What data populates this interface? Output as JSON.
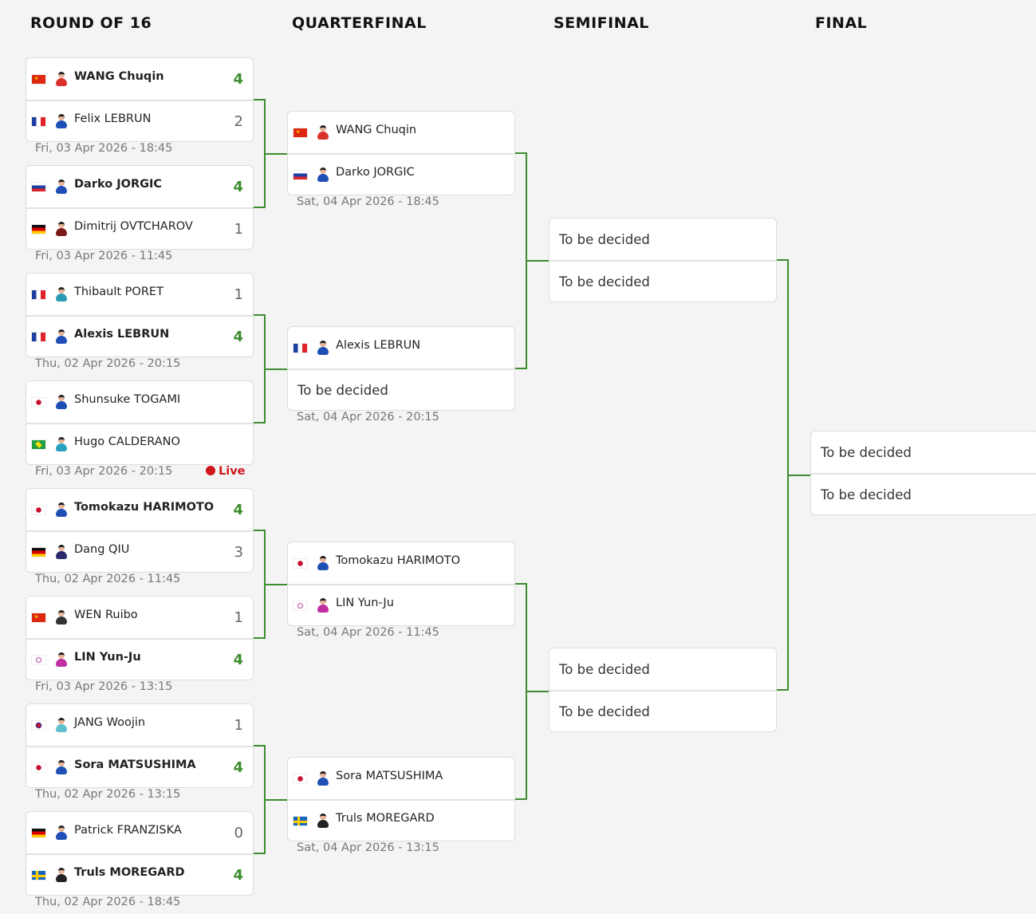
{
  "rounds": [
    "ROUND OF 16",
    "QUARTERFINAL",
    "SEMIFINAL",
    "FINAL"
  ],
  "tbd": "To be decided",
  "live_label": "Live",
  "colors": {
    "accent": "#3d8c2f",
    "live": "#d0181b"
  },
  "r16": [
    {
      "date": "Fri, 03 Apr 2026 - 18:45",
      "players": [
        {
          "name": "WANG Chuqin",
          "flag": "cn",
          "score": "4",
          "winner": true,
          "kit": "#d9302a"
        },
        {
          "name": "Felix LEBRUN",
          "flag": "fr",
          "score": "2",
          "winner": false,
          "kit": "#1f4fb5"
        }
      ]
    },
    {
      "date": "Fri, 03 Apr 2026 - 11:45",
      "players": [
        {
          "name": "Darko JORGIC",
          "flag": "si",
          "score": "4",
          "winner": true,
          "kit": "#1f4fb5"
        },
        {
          "name": "Dimitrij OVTCHAROV",
          "flag": "de",
          "score": "1",
          "winner": false,
          "kit": "#7a1a1a"
        }
      ]
    },
    {
      "date": "Thu, 02 Apr 2026 - 20:15",
      "players": [
        {
          "name": "Thibault PORET",
          "flag": "fr",
          "score": "1",
          "winner": false,
          "kit": "#2a9bb5"
        },
        {
          "name": "Alexis LEBRUN",
          "flag": "fr",
          "score": "4",
          "winner": true,
          "kit": "#1f4fb5"
        }
      ]
    },
    {
      "date": "Fri, 03 Apr 2026 - 20:15",
      "live": true,
      "players": [
        {
          "name": "Shunsuke TOGAMI",
          "flag": "jp",
          "score": "",
          "winner": false,
          "kit": "#1f4fb5"
        },
        {
          "name": "Hugo CALDERANO",
          "flag": "br",
          "score": "",
          "winner": false,
          "kit": "#2aa0c0"
        }
      ]
    },
    {
      "date": "Thu, 02 Apr 2026 - 11:45",
      "players": [
        {
          "name": "Tomokazu HARIMOTO",
          "flag": "jp",
          "score": "4",
          "winner": true,
          "kit": "#1f4fb5"
        },
        {
          "name": "Dang QIU",
          "flag": "de",
          "score": "3",
          "winner": false,
          "kit": "#2a2a6a"
        }
      ]
    },
    {
      "date": "Fri, 03 Apr 2026 - 13:15",
      "players": [
        {
          "name": "WEN Ruibo",
          "flag": "cn",
          "score": "1",
          "winner": false,
          "kit": "#333"
        },
        {
          "name": "LIN Yun-Ju",
          "flag": "tpe",
          "score": "4",
          "winner": true,
          "kit": "#c02fa0"
        }
      ]
    },
    {
      "date": "Thu, 02 Apr 2026 - 13:15",
      "players": [
        {
          "name": "JANG Woojin",
          "flag": "kr",
          "score": "1",
          "winner": false,
          "kit": "#5fc0d0"
        },
        {
          "name": "Sora MATSUSHIMA",
          "flag": "jp",
          "score": "4",
          "winner": true,
          "kit": "#1f4fb5"
        }
      ]
    },
    {
      "date": "Thu, 02 Apr 2026 - 18:45",
      "players": [
        {
          "name": "Patrick FRANZISKA",
          "flag": "de",
          "score": "0",
          "winner": false,
          "kit": "#1f4fb5"
        },
        {
          "name": "Truls MOREGARD",
          "flag": "se",
          "score": "4",
          "winner": true,
          "kit": "#222"
        }
      ]
    }
  ],
  "qf": [
    {
      "date": "Sat, 04 Apr 2026 - 18:45",
      "players": [
        {
          "name": "WANG Chuqin",
          "flag": "cn",
          "kit": "#d9302a"
        },
        {
          "name": "Darko JORGIC",
          "flag": "si",
          "kit": "#1f4fb5"
        }
      ]
    },
    {
      "date": "Sat, 04 Apr 2026 - 20:15",
      "players": [
        {
          "name": "Alexis LEBRUN",
          "flag": "fr",
          "kit": "#1f4fb5"
        },
        null
      ]
    },
    {
      "date": "Sat, 04 Apr 2026 - 11:45",
      "players": [
        {
          "name": "Tomokazu HARIMOTO",
          "flag": "jp",
          "kit": "#1f4fb5"
        },
        {
          "name": "LIN Yun-Ju",
          "flag": "tpe",
          "kit": "#c02fa0"
        }
      ]
    },
    {
      "date": "Sat, 04 Apr 2026 - 13:15",
      "players": [
        {
          "name": "Sora MATSUSHIMA",
          "flag": "jp",
          "kit": "#1f4fb5"
        },
        {
          "name": "Truls MOREGARD",
          "flag": "se",
          "kit": "#222"
        }
      ]
    }
  ],
  "sf": [
    {
      "players": [
        null,
        null
      ]
    },
    {
      "players": [
        null,
        null
      ]
    }
  ],
  "final": [
    {
      "players": [
        null,
        null
      ]
    }
  ]
}
